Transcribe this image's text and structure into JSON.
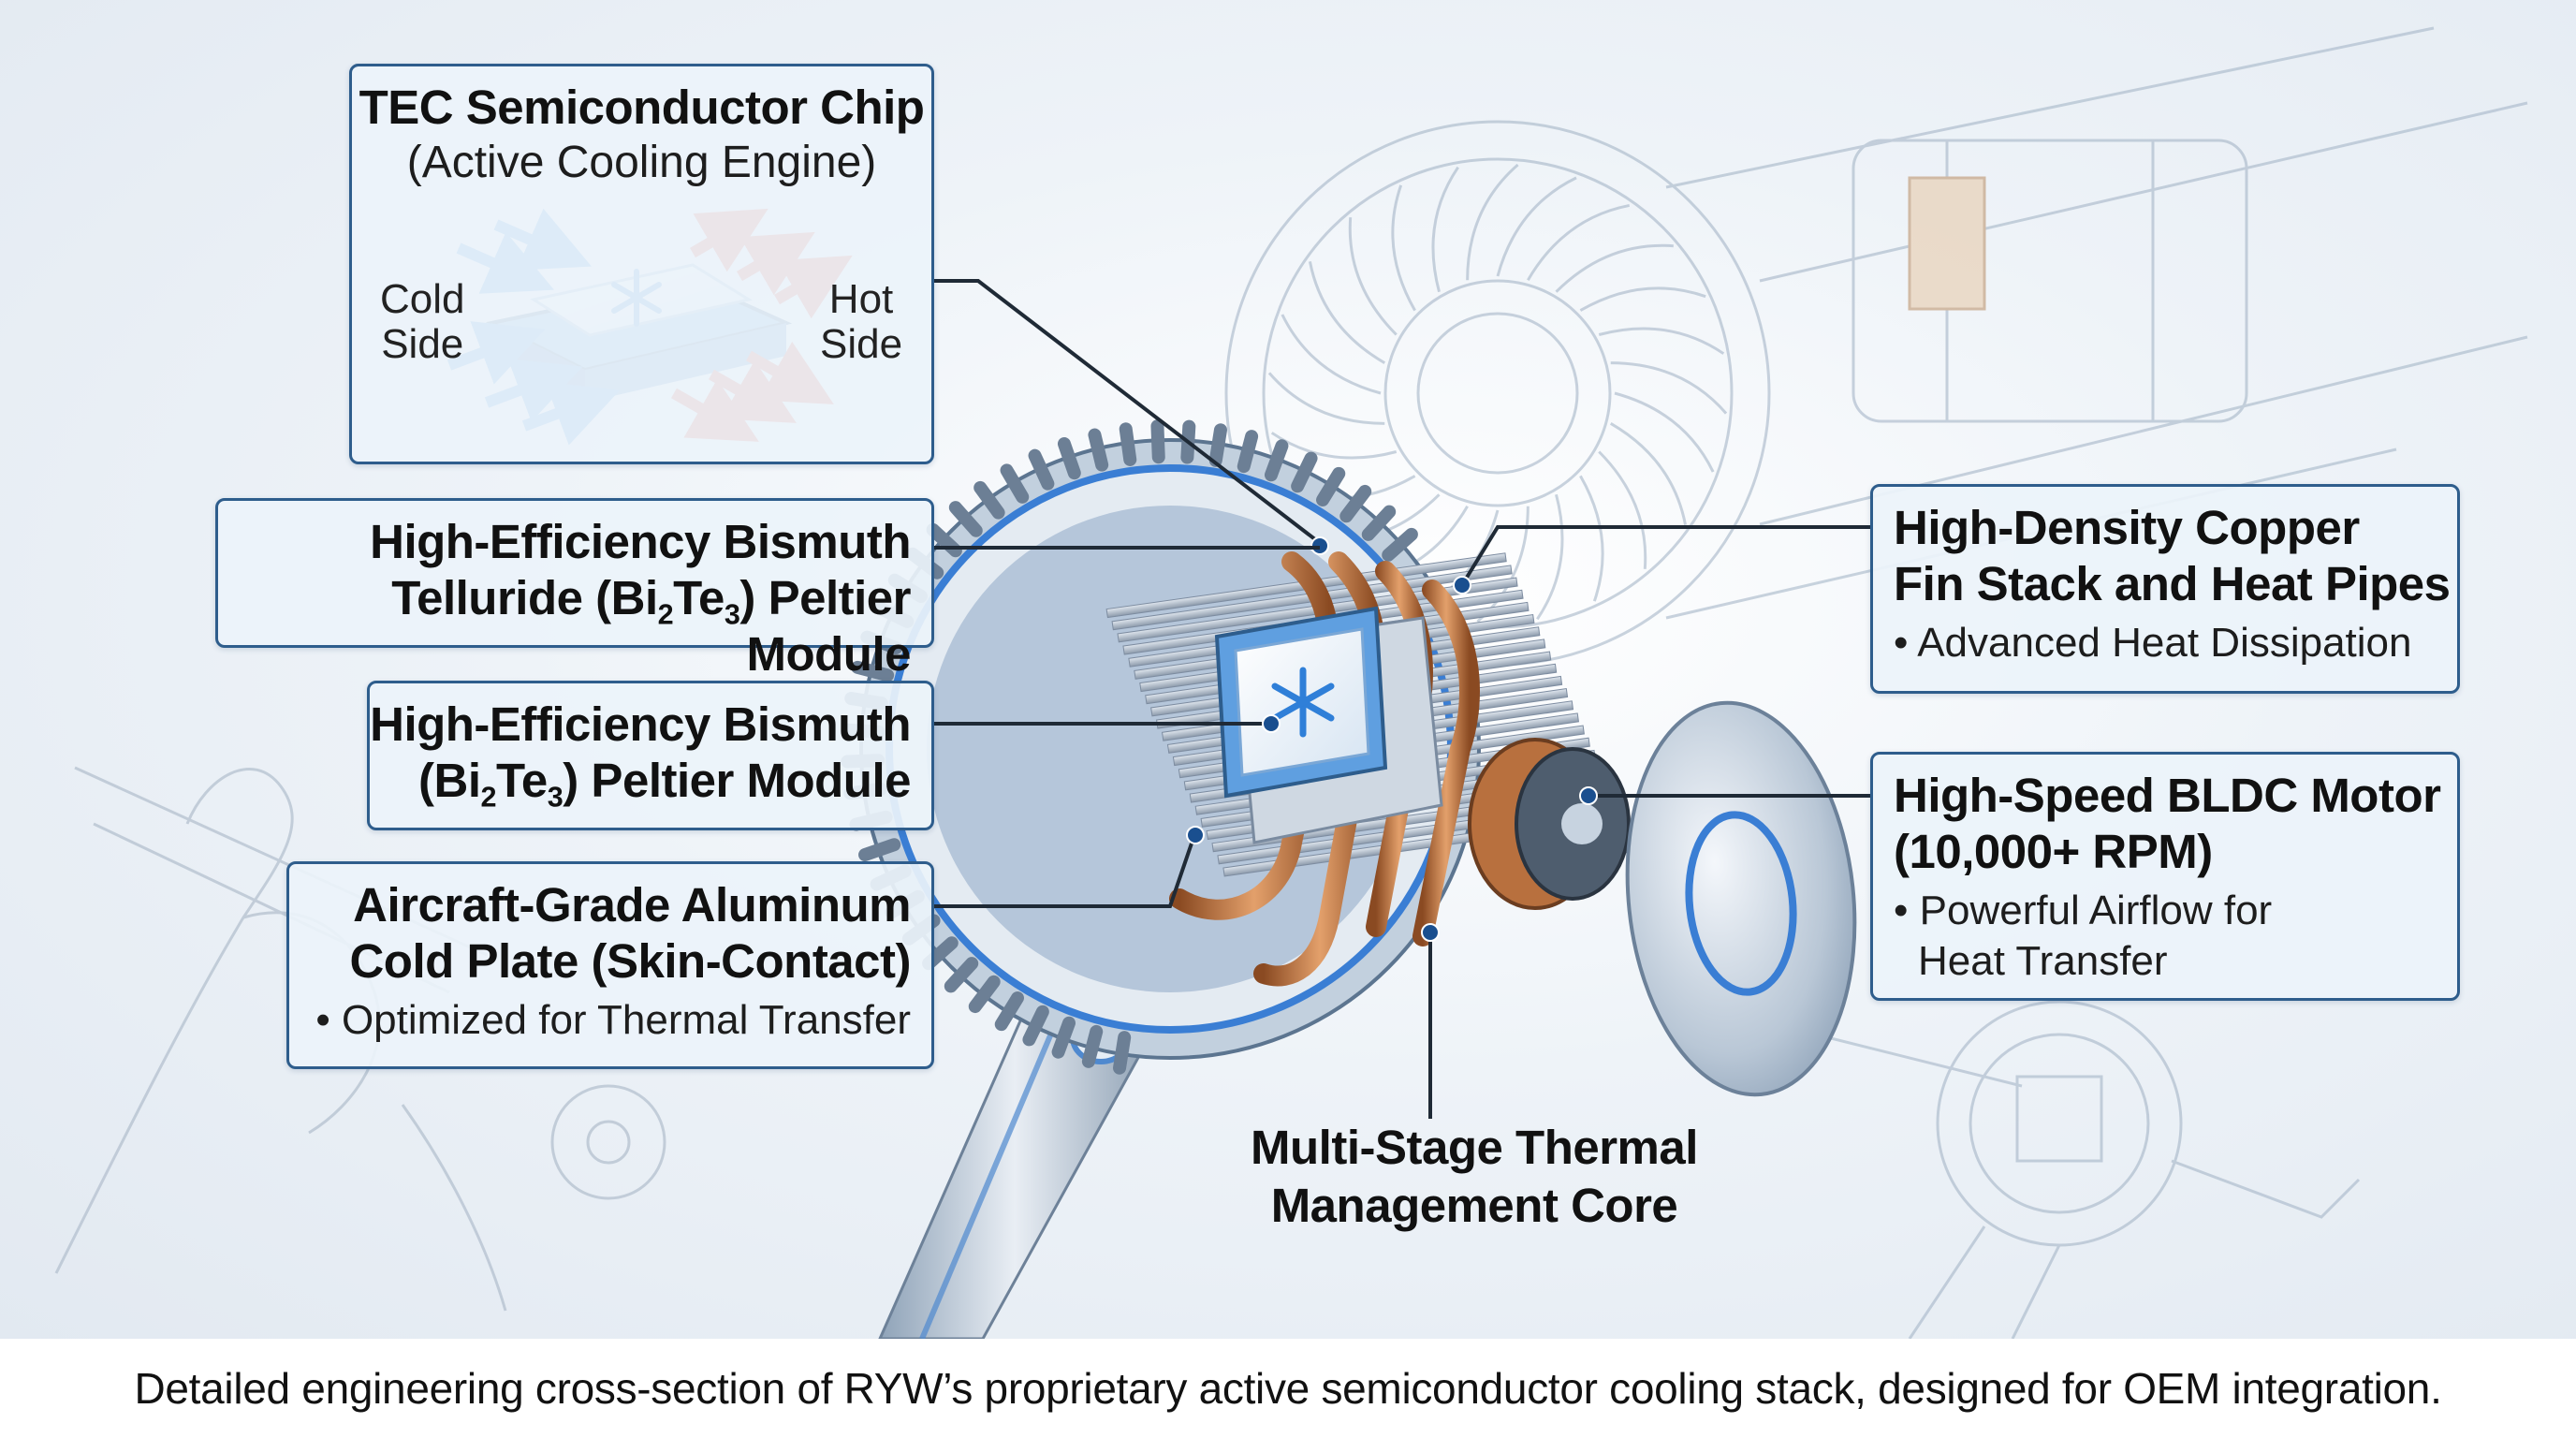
{
  "tec_chip": {
    "title": "TEC Semiconductor Chip",
    "subtitle": "(Active Cooling Engine)",
    "cold_line1": "Cold",
    "cold_line2": "Side",
    "hot_line1": "Hot",
    "hot_line2": "Side"
  },
  "peltier_1": {
    "line1": "High-Efficiency Bismuth",
    "line2_prefix": "Telluride (Bi",
    "sub_a": "2",
    "mid": "Te",
    "sub_b": "3",
    "line2_suffix": ") Peltier Module"
  },
  "peltier_2": {
    "line1": "High-Efficiency Bismuth",
    "line2_prefix": "(Bi",
    "sub_a": "2",
    "mid": "Te",
    "sub_b": "3",
    "line2_suffix": ") Peltier Module"
  },
  "cold_plate": {
    "line1": "Aircraft-Grade Aluminum",
    "line2": "Cold Plate (Skin-Contact)",
    "bullet": "• Optimized for Thermal Transfer"
  },
  "copper_fins": {
    "line1": "High-Density Copper",
    "line2": "Fin Stack and Heat Pipes",
    "bullet": "• Advanced Heat Dissipation"
  },
  "bldc_motor": {
    "line1": "High-Speed BLDC Motor",
    "line2": "(10,000+ RPM)",
    "bullet_line1": "• Powerful Airflow for",
    "bullet_line2": "Heat Transfer"
  },
  "core_label": {
    "line1": "Multi-Stage Thermal",
    "line2": "Management Core"
  },
  "caption": "Detailed engineering cross-section of RYW’s proprietary active semiconductor cooling stack, designed for OEM integration.",
  "colors": {
    "frame": "#2e5d8c",
    "cold_arrow": "#3a8ee0",
    "hot_arrow": "#e0402e",
    "copper": "#c0703a",
    "aluminum": "#c9d3de"
  },
  "icons": [
    "snowflake-icon",
    "cold-arrow-icon",
    "hot-arrow-icon"
  ]
}
